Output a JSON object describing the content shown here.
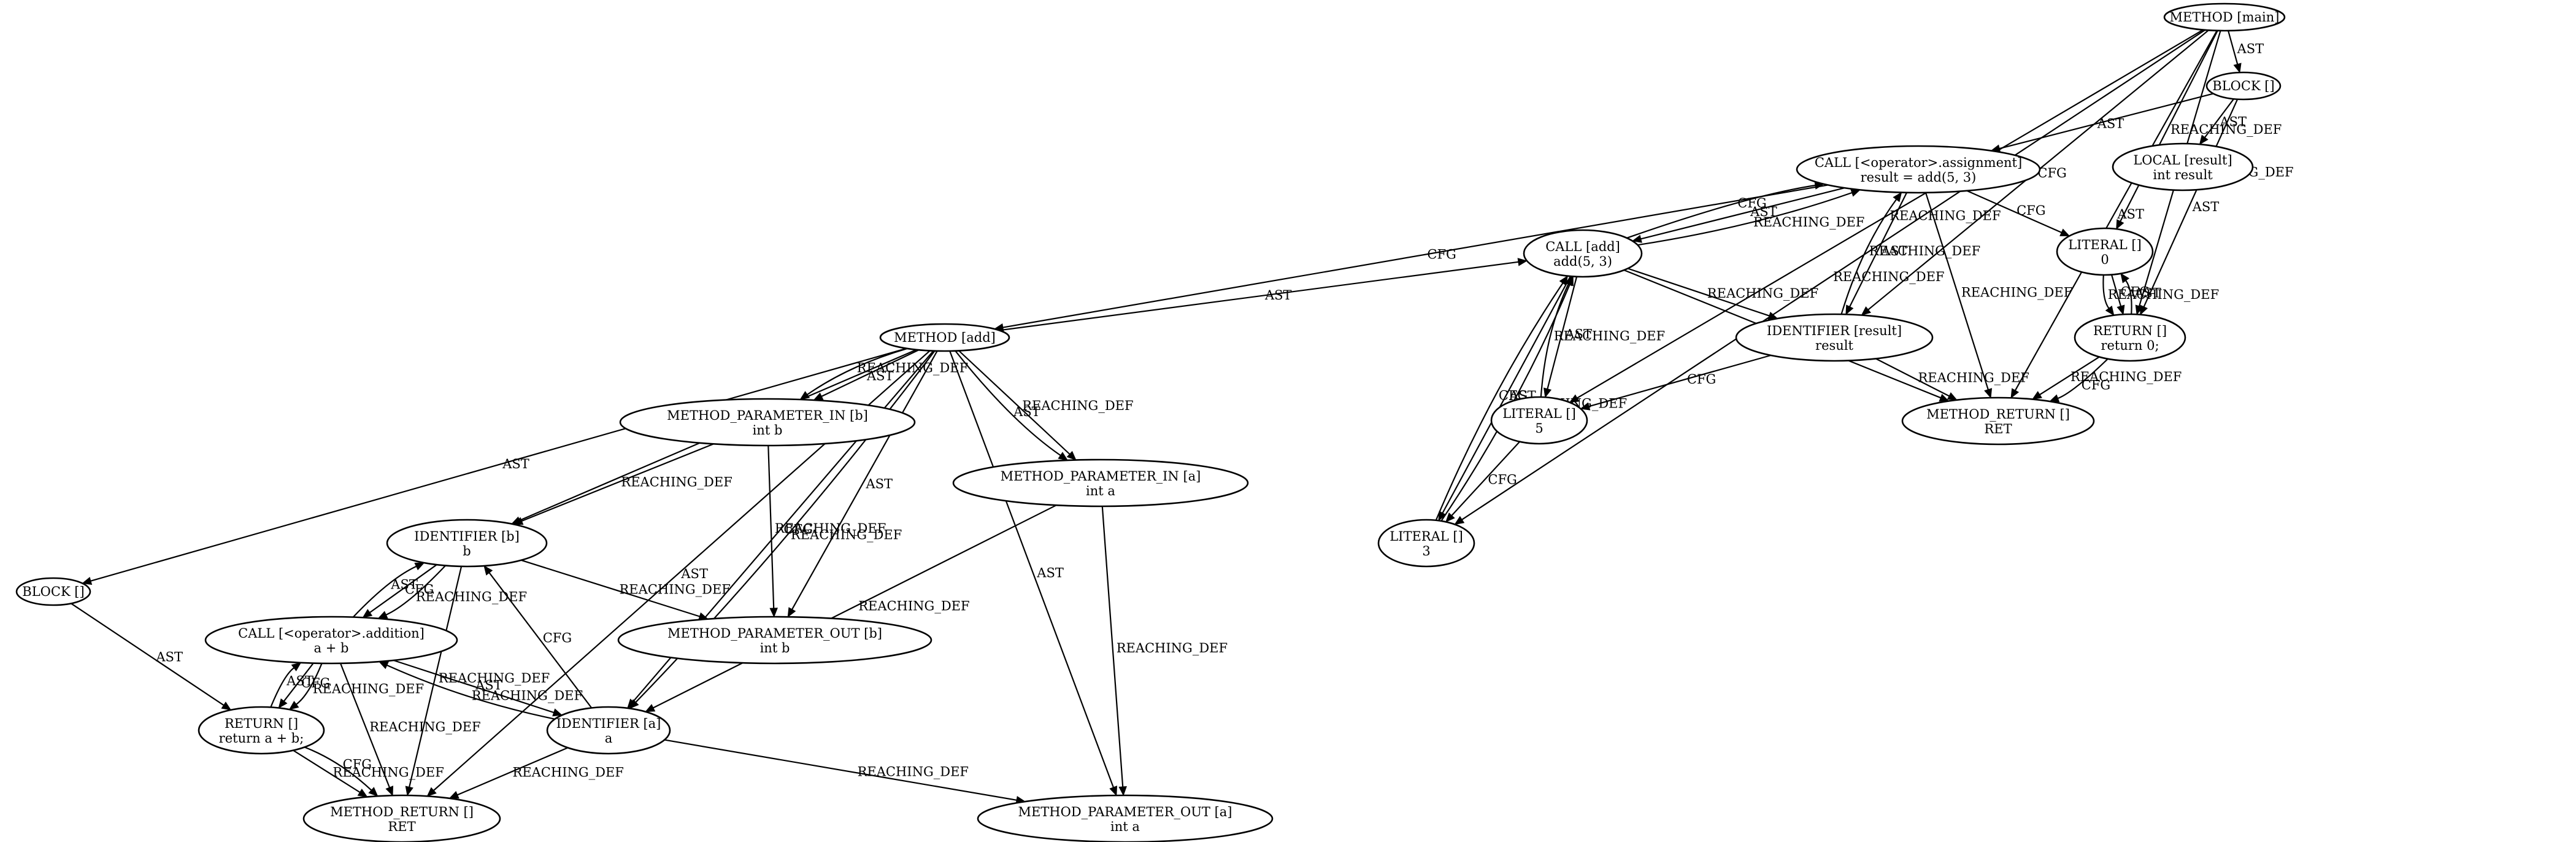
{
  "graph": {
    "nodes": [
      {
        "id": "method_main",
        "label": "METHOD [main]",
        "sub": ""
      },
      {
        "id": "block_main",
        "label": "BLOCK []",
        "sub": ""
      },
      {
        "id": "call_assign",
        "label": "CALL [<operator>.assignment]",
        "sub": "result = add(5, 3)"
      },
      {
        "id": "local_result",
        "label": "LOCAL [result]",
        "sub": "int result"
      },
      {
        "id": "call_add",
        "label": "CALL [add]",
        "sub": "add(5, 3)"
      },
      {
        "id": "literal_0",
        "label": "LITERAL []",
        "sub": "0"
      },
      {
        "id": "ident_result",
        "label": "IDENTIFIER [result]",
        "sub": "result"
      },
      {
        "id": "return_main",
        "label": "RETURN []",
        "sub": "return 0;"
      },
      {
        "id": "literal_5",
        "label": "LITERAL []",
        "sub": "5"
      },
      {
        "id": "method_return_main",
        "label": "METHOD_RETURN []",
        "sub": "RET"
      },
      {
        "id": "literal_3",
        "label": "LITERAL []",
        "sub": "3"
      },
      {
        "id": "method_add",
        "label": "METHOD [add]",
        "sub": ""
      },
      {
        "id": "param_in_b",
        "label": "METHOD_PARAMETER_IN [b]",
        "sub": "int b"
      },
      {
        "id": "param_in_a",
        "label": "METHOD_PARAMETER_IN [a]",
        "sub": "int a"
      },
      {
        "id": "ident_b",
        "label": "IDENTIFIER [b]",
        "sub": "b"
      },
      {
        "id": "block_add",
        "label": "BLOCK []",
        "sub": ""
      },
      {
        "id": "call_addition",
        "label": "CALL [<operator>.addition]",
        "sub": "a + b"
      },
      {
        "id": "param_out_b",
        "label": "METHOD_PARAMETER_OUT [b]",
        "sub": "int b"
      },
      {
        "id": "return_add",
        "label": "RETURN []",
        "sub": "return a + b;"
      },
      {
        "id": "ident_a",
        "label": "IDENTIFIER [a]",
        "sub": "a"
      },
      {
        "id": "method_return_add",
        "label": "METHOD_RETURN []",
        "sub": "RET"
      },
      {
        "id": "param_out_a",
        "label": "METHOD_PARAMETER_OUT [a]",
        "sub": "int a"
      }
    ],
    "edges": [
      {
        "from": "method_main",
        "to": "block_main",
        "label": "AST"
      },
      {
        "from": "method_main",
        "to": "literal_0",
        "label": "REACHING_DEF"
      },
      {
        "from": "method_main",
        "to": "return_main",
        "label": "REACHING_DEF"
      },
      {
        "from": "method_main",
        "to": "method_return_main",
        "label": "AST"
      },
      {
        "from": "method_main",
        "to": "literal_3",
        "label": "REACHING_DEF"
      },
      {
        "from": "method_main",
        "to": "ident_result",
        "label": "CFG"
      },
      {
        "from": "method_main",
        "to": "literal_5",
        "label": "REACHING_DEF"
      },
      {
        "from": "block_main",
        "to": "call_assign",
        "label": "AST"
      },
      {
        "from": "block_main",
        "to": "local_result",
        "label": "AST"
      },
      {
        "from": "block_main",
        "to": "return_main",
        "label": "AST"
      },
      {
        "from": "call_assign",
        "to": "call_add",
        "label": "AST"
      },
      {
        "from": "call_add",
        "to": "call_assign",
        "label": "REACHING_DEF"
      },
      {
        "from": "call_add",
        "to": "call_assign",
        "label": "CFG"
      },
      {
        "from": "call_assign",
        "to": "literal_0",
        "label": "CFG"
      },
      {
        "from": "call_assign",
        "to": "ident_result",
        "label": "AST"
      },
      {
        "from": "ident_result",
        "to": "call_assign",
        "label": "REACHING_DEF"
      },
      {
        "from": "call_assign",
        "to": "method_return_main",
        "label": "REACHING_DEF"
      },
      {
        "from": "call_assign",
        "to": "method_add",
        "label": "CFG"
      },
      {
        "from": "call_add",
        "to": "ident_result",
        "label": "REACHING_DEF"
      },
      {
        "from": "call_add",
        "to": "literal_5",
        "label": "AST"
      },
      {
        "from": "call_add",
        "to": "method_return_main",
        "label": "REACHING_DEF"
      },
      {
        "from": "call_add",
        "to": "literal_3",
        "label": "AST"
      },
      {
        "from": "literal_5",
        "to": "call_add",
        "label": "REACHING_DEF"
      },
      {
        "from": "literal_3",
        "to": "call_add",
        "label": "CFG"
      },
      {
        "from": "literal_3",
        "to": "call_add",
        "label": "REACHING_DEF"
      },
      {
        "from": "ident_result",
        "to": "literal_5",
        "label": "CFG"
      },
      {
        "from": "ident_result",
        "to": "method_return_main",
        "label": "REACHING_DEF"
      },
      {
        "from": "literal_5",
        "to": "literal_3",
        "label": "CFG"
      },
      {
        "from": "literal_0",
        "to": "return_main",
        "label": "CFG"
      },
      {
        "from": "literal_0",
        "to": "return_main",
        "label": "REACHING_DEF"
      },
      {
        "from": "return_main",
        "to": "literal_0",
        "label": "AST"
      },
      {
        "from": "return_main",
        "to": "method_return_main",
        "label": "REACHING_DEF"
      },
      {
        "from": "return_main",
        "to": "method_return_main",
        "label": "CFG"
      },
      {
        "from": "method_add",
        "to": "call_add",
        "label": "AST"
      },
      {
        "from": "method_add",
        "to": "block_add",
        "label": "AST"
      },
      {
        "from": "method_add",
        "to": "ident_b",
        "label": "REACHING_DEF"
      },
      {
        "from": "method_add",
        "to": "param_in_b",
        "label": "AST"
      },
      {
        "from": "method_add",
        "to": "param_in_b",
        "label": "REACHING_DEF"
      },
      {
        "from": "method_add",
        "to": "param_in_a",
        "label": "REACHING_DEF"
      },
      {
        "from": "method_add",
        "to": "param_in_a",
        "label": "AST"
      },
      {
        "from": "method_add",
        "to": "param_out_b",
        "label": "AST"
      },
      {
        "from": "method_add",
        "to": "ident_a",
        "label": "CFG"
      },
      {
        "from": "method_add",
        "to": "ident_a",
        "label": "REACHING_DEF"
      },
      {
        "from": "method_add",
        "to": "method_return_add",
        "label": "AST"
      },
      {
        "from": "method_add",
        "to": "param_out_a",
        "label": "AST"
      },
      {
        "from": "param_in_b",
        "to": "ident_b",
        "label": "REACHING_DEF"
      },
      {
        "from": "param_in_b",
        "to": "param_out_b",
        "label": "REACHING_DEF"
      },
      {
        "from": "param_in_a",
        "to": "ident_a",
        "label": "REACHING_DEF"
      },
      {
        "from": "param_in_a",
        "to": "param_out_a",
        "label": "REACHING_DEF"
      },
      {
        "from": "ident_b",
        "to": "call_addition",
        "label": "CFG"
      },
      {
        "from": "ident_b",
        "to": "call_addition",
        "label": "REACHING_DEF"
      },
      {
        "from": "call_addition",
        "to": "ident_b",
        "label": "AST"
      },
      {
        "from": "ident_b",
        "to": "param_out_b",
        "label": "REACHING_DEF"
      },
      {
        "from": "ident_b",
        "to": "method_return_add",
        "label": "REACHING_DEF"
      },
      {
        "from": "block_add",
        "to": "return_add",
        "label": "AST"
      },
      {
        "from": "call_addition",
        "to": "return_add",
        "label": "CFG"
      },
      {
        "from": "return_add",
        "to": "call_addition",
        "label": "AST"
      },
      {
        "from": "call_addition",
        "to": "return_add",
        "label": "REACHING_DEF"
      },
      {
        "from": "call_addition",
        "to": "ident_a",
        "label": "AST"
      },
      {
        "from": "ident_a",
        "to": "call_addition",
        "label": "REACHING_DEF"
      },
      {
        "from": "call_addition",
        "to": "method_return_add",
        "label": "REACHING_DEF"
      },
      {
        "from": "ident_a",
        "to": "ident_b",
        "label": "CFG"
      },
      {
        "from": "ident_a",
        "to": "method_return_add",
        "label": "REACHING_DEF"
      },
      {
        "from": "ident_a",
        "to": "param_out_a",
        "label": "REACHING_DEF"
      },
      {
        "from": "return_add",
        "to": "method_return_add",
        "label": "REACHING_DEF"
      },
      {
        "from": "return_add",
        "to": "method_return_add",
        "label": "CFG"
      }
    ]
  }
}
